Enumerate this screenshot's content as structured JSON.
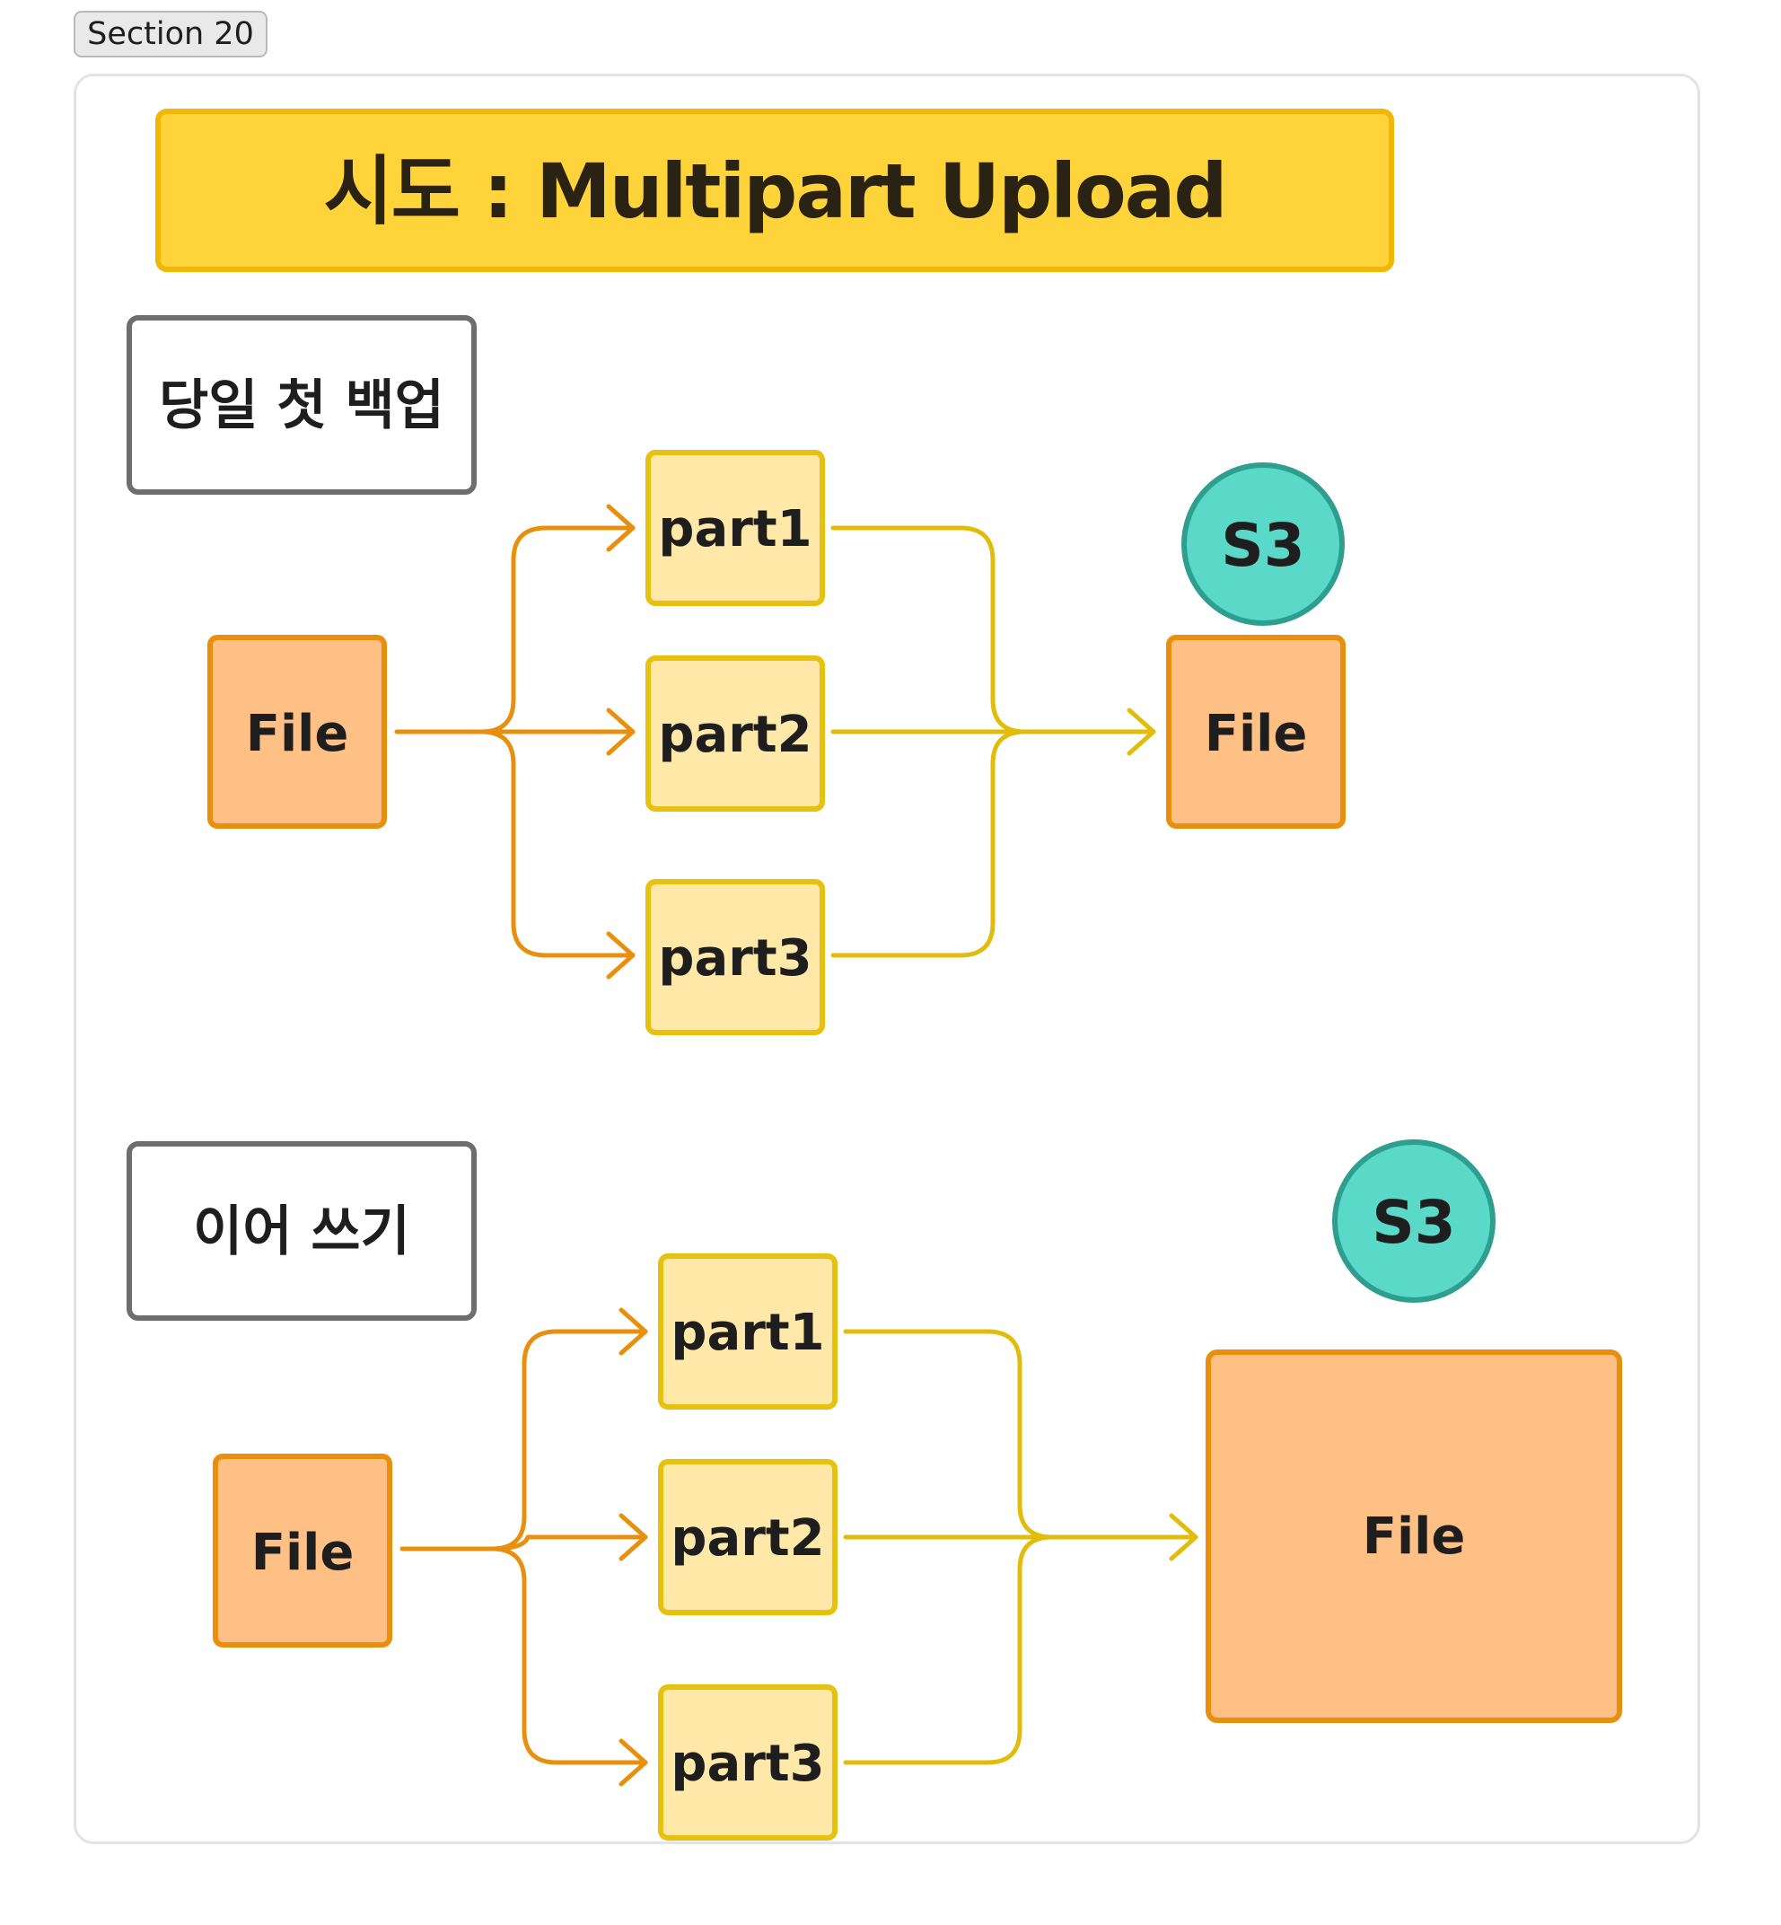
{
  "section": {
    "label": "Section 20"
  },
  "diagram": {
    "title": "시도 : Multipart Upload",
    "scenarios": [
      {
        "label": "당일 첫 백업",
        "source_file": "File",
        "parts": [
          "part1",
          "part2",
          "part3"
        ],
        "storage": "S3",
        "target_file": "File"
      },
      {
        "label": "이어 쓰기",
        "source_file": "File",
        "parts": [
          "part1",
          "part2",
          "part3"
        ],
        "storage": "S3",
        "target_file": "File"
      }
    ]
  },
  "colors": {
    "title_fill": "#ffd43b",
    "title_stroke": "#f2b705",
    "file_fill": "#ffc085",
    "file_stroke": "#e8900d",
    "part_fill": "#ffe8a8",
    "part_stroke": "#e6c10f",
    "s3_fill": "#5ad8c8",
    "s3_stroke": "#2e9e8f",
    "label_stroke": "#6e6e6e",
    "split_arrow": "#e8900d",
    "merge_arrow": "#e2bc0a"
  }
}
